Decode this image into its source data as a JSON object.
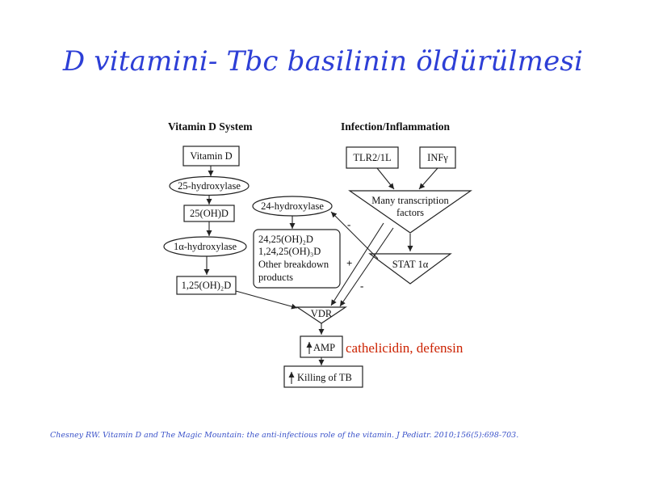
{
  "slide": {
    "title": "D vitamini- Tbc basilinin öldürülmesi",
    "annotation": "cathelicidin, defensin",
    "citation": "Chesney RW. Vitamin D and The Magic Mountain: the anti-infectious role of the vitamin. J Pediatr. 2010;156(5):698-703."
  },
  "diagram": {
    "header_left": "Vitamin D System",
    "header_right": "Infection/Inflammation",
    "vitamin_d": "Vitamin D",
    "hydroxylase_25": "25-hydroxylase",
    "oh_d_25": "25(OH)D",
    "hydroxylase_1a": "1α-hydroxylase",
    "oh2_d": "1,25(OH)₂D",
    "hydroxylase_24": "24-hydroxylase",
    "breakdown_lines": [
      "24,25(OH)₂D",
      "1,24,25(OH)₃D",
      "Other breakdown",
      "products"
    ],
    "tlr": "TLR2/1L",
    "inf": "INFγ",
    "transcription_lines": [
      "Many transcription",
      "factors"
    ],
    "stat": "STAT 1α",
    "vdr": "VDR",
    "amp": "AMP",
    "killing": "Killing of TB",
    "sign_minus_top": "-",
    "sign_plus": "+",
    "sign_minus_bottom": "-"
  }
}
